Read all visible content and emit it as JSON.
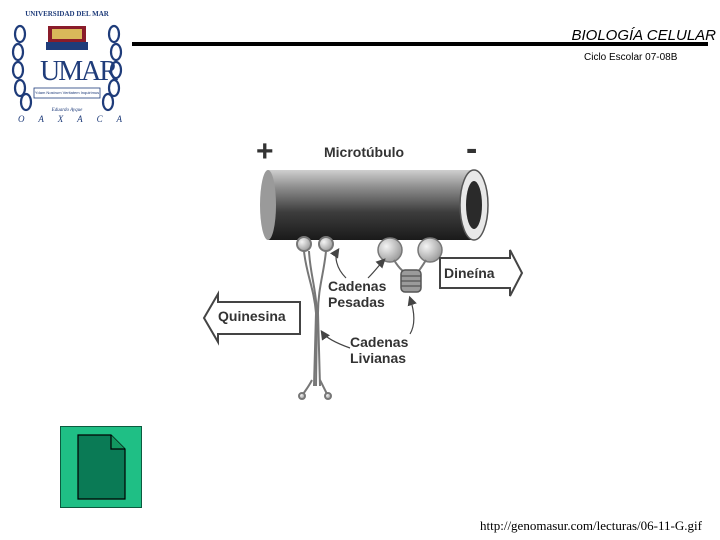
{
  "logo": {
    "arc_text": "UNIVERSIDAD DEL MAR",
    "monogram": "UMAR",
    "motto": "Ydam Nostrum Veritatem Inquirimus",
    "founder": "Eduardo Ayque",
    "city_letters": [
      "O",
      "A",
      "X",
      "A",
      "C",
      "A"
    ]
  },
  "header": {
    "title": "BIOLOGÍA CELULAR",
    "subtitle": "Ciclo Escolar 07-08B"
  },
  "diagram": {
    "plus": "+",
    "minus": "-",
    "microtubule": "Microtúbulo",
    "dynein": "Dineína",
    "kinesin": "Quinesina",
    "heavy_chains": [
      "Cadenas",
      "Pesadas"
    ],
    "light_chains": [
      "Cadenas",
      "Livianas"
    ]
  },
  "footer": {
    "source_url": "http://genomasur.com/lecturas/06-11-G.gif"
  },
  "colors": {
    "logo_blue": "#1f3c7a",
    "file_icon_green": "#1fbf85",
    "file_icon_dark": "#0a7a55"
  },
  "icons": {
    "file_icon": "document-icon"
  }
}
